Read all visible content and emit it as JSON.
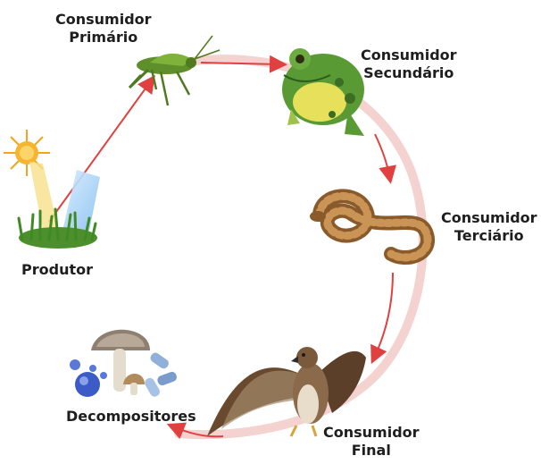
{
  "labels": {
    "primary": {
      "line1": "Consumidor",
      "line2": "Primário"
    },
    "secondary": {
      "line1": "Consumidor",
      "line2": "Secundário"
    },
    "tertiary": {
      "line1": "Consumidor",
      "line2": "Terciário"
    },
    "final": {
      "line1": "Consumidor",
      "line2": "Final"
    },
    "producer": "Produtor",
    "decomposers": "Decompositores"
  },
  "colors": {
    "cycle_ring": "#f3d2cf",
    "arrow": "#e04040",
    "text": "#1e1e1e"
  },
  "icons": {
    "producer": "sun-grass-icon",
    "primary": "grasshopper-icon",
    "secondary": "frog-icon",
    "tertiary": "snake-icon",
    "final": "hawk-icon",
    "decomposers": "mushroom-bacteria-icon"
  }
}
